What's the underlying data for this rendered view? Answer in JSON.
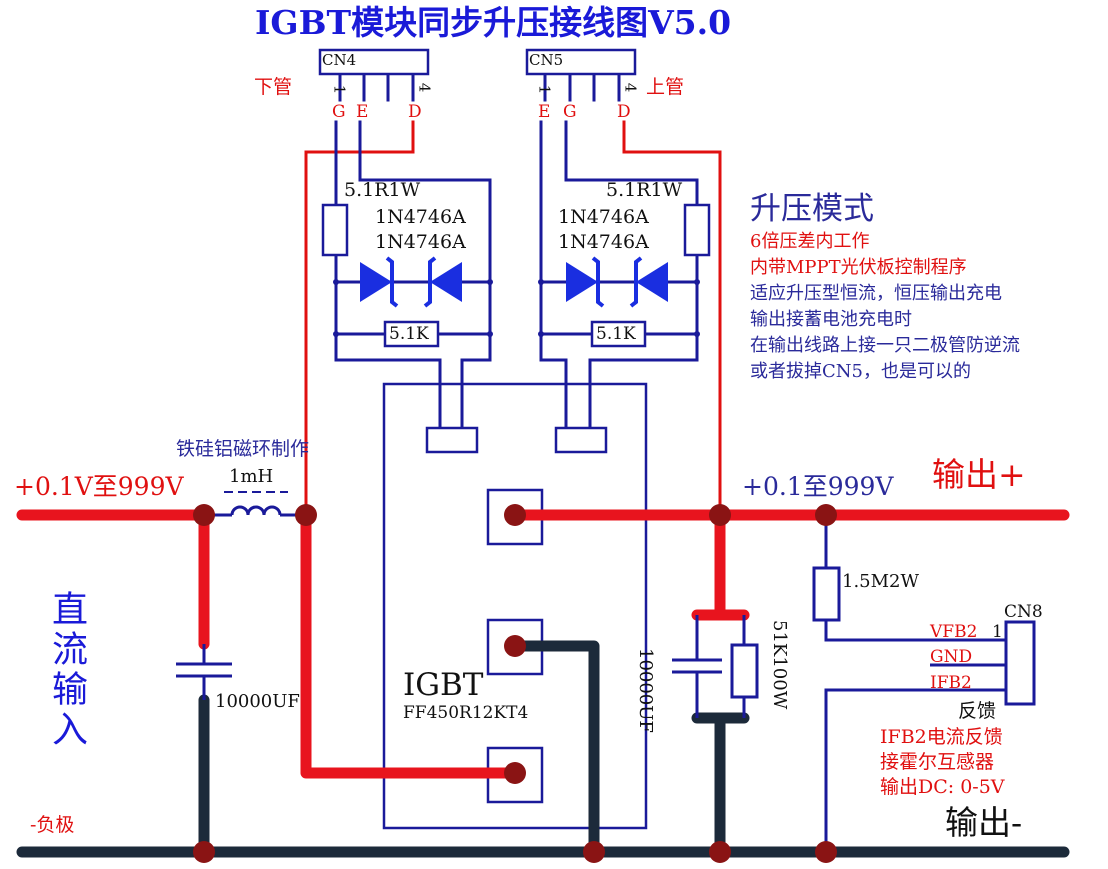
{
  "title": "IGBT模块同步升压接线图V5.0",
  "connectors": {
    "cn4": {
      "name": "CN4",
      "role": "下管",
      "pin_1": "1",
      "pin_4": "4",
      "sig_g": "G",
      "sig_e": "E",
      "sig_d": "D"
    },
    "cn5": {
      "name": "CN5",
      "role": "上管",
      "pin_1": "1",
      "pin_4": "4",
      "sig_e": "E",
      "sig_g": "G",
      "sig_d": "D"
    },
    "cn8": {
      "name": "CN8",
      "pin_1": "1",
      "vfb2": "VFB2",
      "gnd": "GND",
      "ifb2": "IFB2",
      "feedback": "反馈"
    }
  },
  "components": {
    "gate_resistor_left": "5.1R1W",
    "gate_resistor_right": "5.1R1W",
    "zener_left_1": "1N4746A",
    "zener_left_2": "1N4746A",
    "zener_right_1": "1N4746A",
    "zener_right_2": "1N4746A",
    "pulldown_left": "5.1K",
    "pulldown_right": "5.1K",
    "inductor_core": "铁硅铝磁环制作",
    "inductor_value": "1mH",
    "input_capacitor": "10000UF",
    "output_capacitor": "10000UF",
    "bleeder_resistor": "51K100W",
    "divider_resistor": "1.5M2W",
    "igbt_label": "IGBT",
    "igbt_part": "FF450R12KT4"
  },
  "labels": {
    "input_voltage": "+0.1V至999V",
    "input_side": "直流输入",
    "negative": "-负极",
    "output_voltage": "+0.1至999V",
    "output_plus": "输出+",
    "output_minus": "输出-"
  },
  "notes": {
    "mode_heading": "升压模式",
    "line_1": "6倍压差内工作",
    "line_2": "内带MPPT光伏板控制程序",
    "line_3": "适应升压型恒流，恒压输出充电",
    "line_4": "输出接蓄电池充电时",
    "line_5": "在输出线路上接一只二极管防逆流",
    "line_6": "或者拔掉CN5，也是可以的",
    "feedback_1": "IFB2电流反馈",
    "feedback_2": "接霍尔互感器",
    "feedback_3": "输出DC: 0-5V"
  },
  "colors": {
    "positive_rail": "#e8141e",
    "negative_rail": "#1c2a3a",
    "gate_wire": "#e01010",
    "signal_wire": "#1a1a9a",
    "diode_fill": "#1a2ee0",
    "node_dot": "#8a1414",
    "title": "#1a1ad8"
  }
}
